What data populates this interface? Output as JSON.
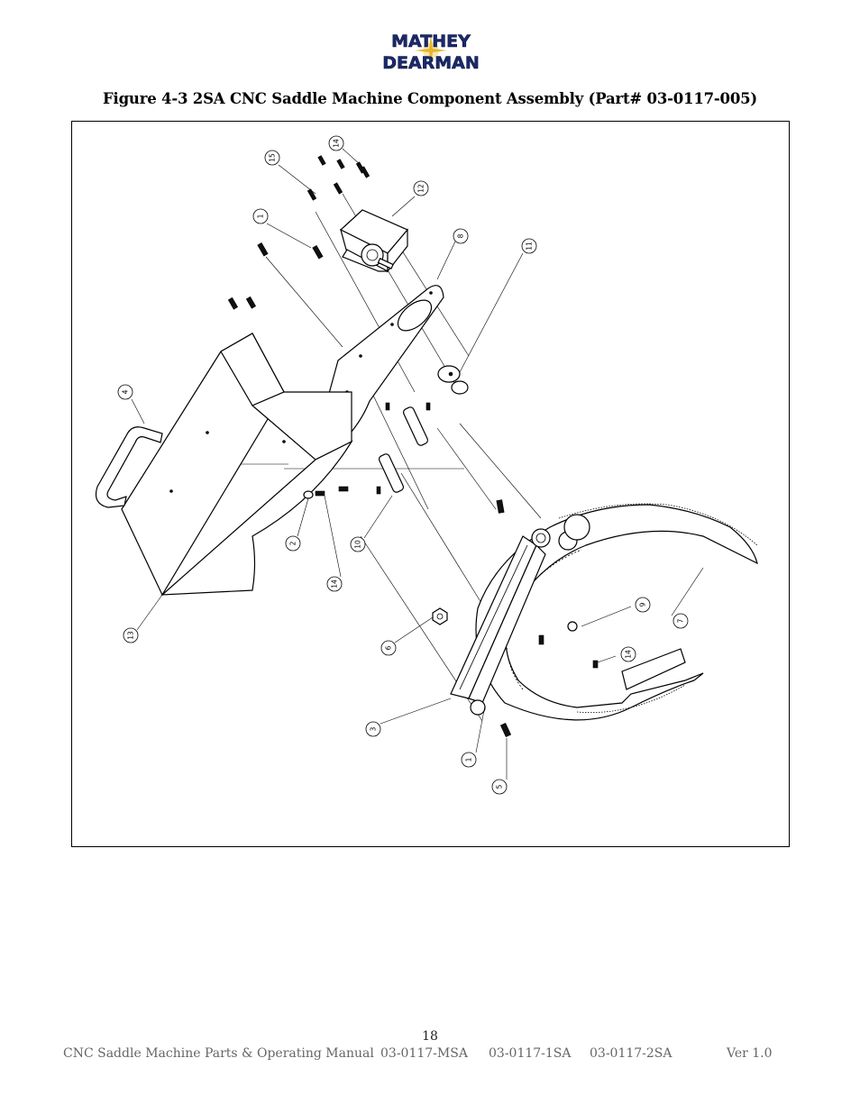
{
  "logo": {
    "line1": "MATHEY",
    "line2": "DEARMAN",
    "color_dark": "#1b2a6b",
    "color_gold": "#d9a520"
  },
  "figure": {
    "title": "Figure 4-3 2SA CNC Saddle Machine Component Assembly (Part# 03-0117-005)",
    "callouts": [
      "15",
      "14",
      "12",
      "1",
      "8",
      "11",
      "4",
      "2",
      "14",
      "10",
      "13",
      "6",
      "9",
      "7",
      "14",
      "3",
      "1",
      "5"
    ]
  },
  "page_number": "18",
  "footer": {
    "manual_title": "CNC Saddle Machine Parts & Operating Manual",
    "part_msa": "03-0117-MSA",
    "part_1sa": "03-0117-1SA",
    "part_2sa": "03-0117-2SA",
    "version": "Ver 1.0"
  }
}
